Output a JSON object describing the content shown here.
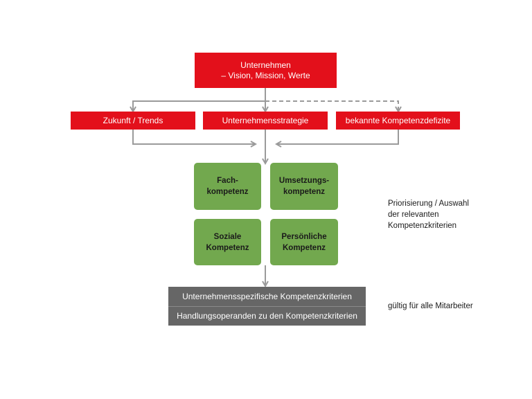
{
  "top_box": {
    "line1": "Unternehmen",
    "line2": "– Vision, Mission, Werte"
  },
  "inputs": {
    "left": "Zukunft / Trends",
    "center": "Unternehmensstrategie",
    "right": "bekannte Kompetenzdefizite"
  },
  "competences": [
    {
      "label": "Fach-\nkompetenz"
    },
    {
      "label": "Umsetzungs-\nkompetenz"
    },
    {
      "label": "Soziale\nKompetenz"
    },
    {
      "label": "Persönliche\nKompetenz"
    }
  ],
  "priority_note": "Priorisierung / Auswahl\nder relevanten\nKompetenzkriterien",
  "results": {
    "line1": "Unternehmensspezifische Kompetenzkriterien",
    "line2": "Handlungsoperanden zu den Kompetenzkriterien"
  },
  "validity_note": "gültig für alle Mitarbeiter",
  "colors": {
    "red": "#e3101b",
    "green": "#72a84e",
    "grey": "#666666",
    "connector": "#9a9a9a"
  }
}
